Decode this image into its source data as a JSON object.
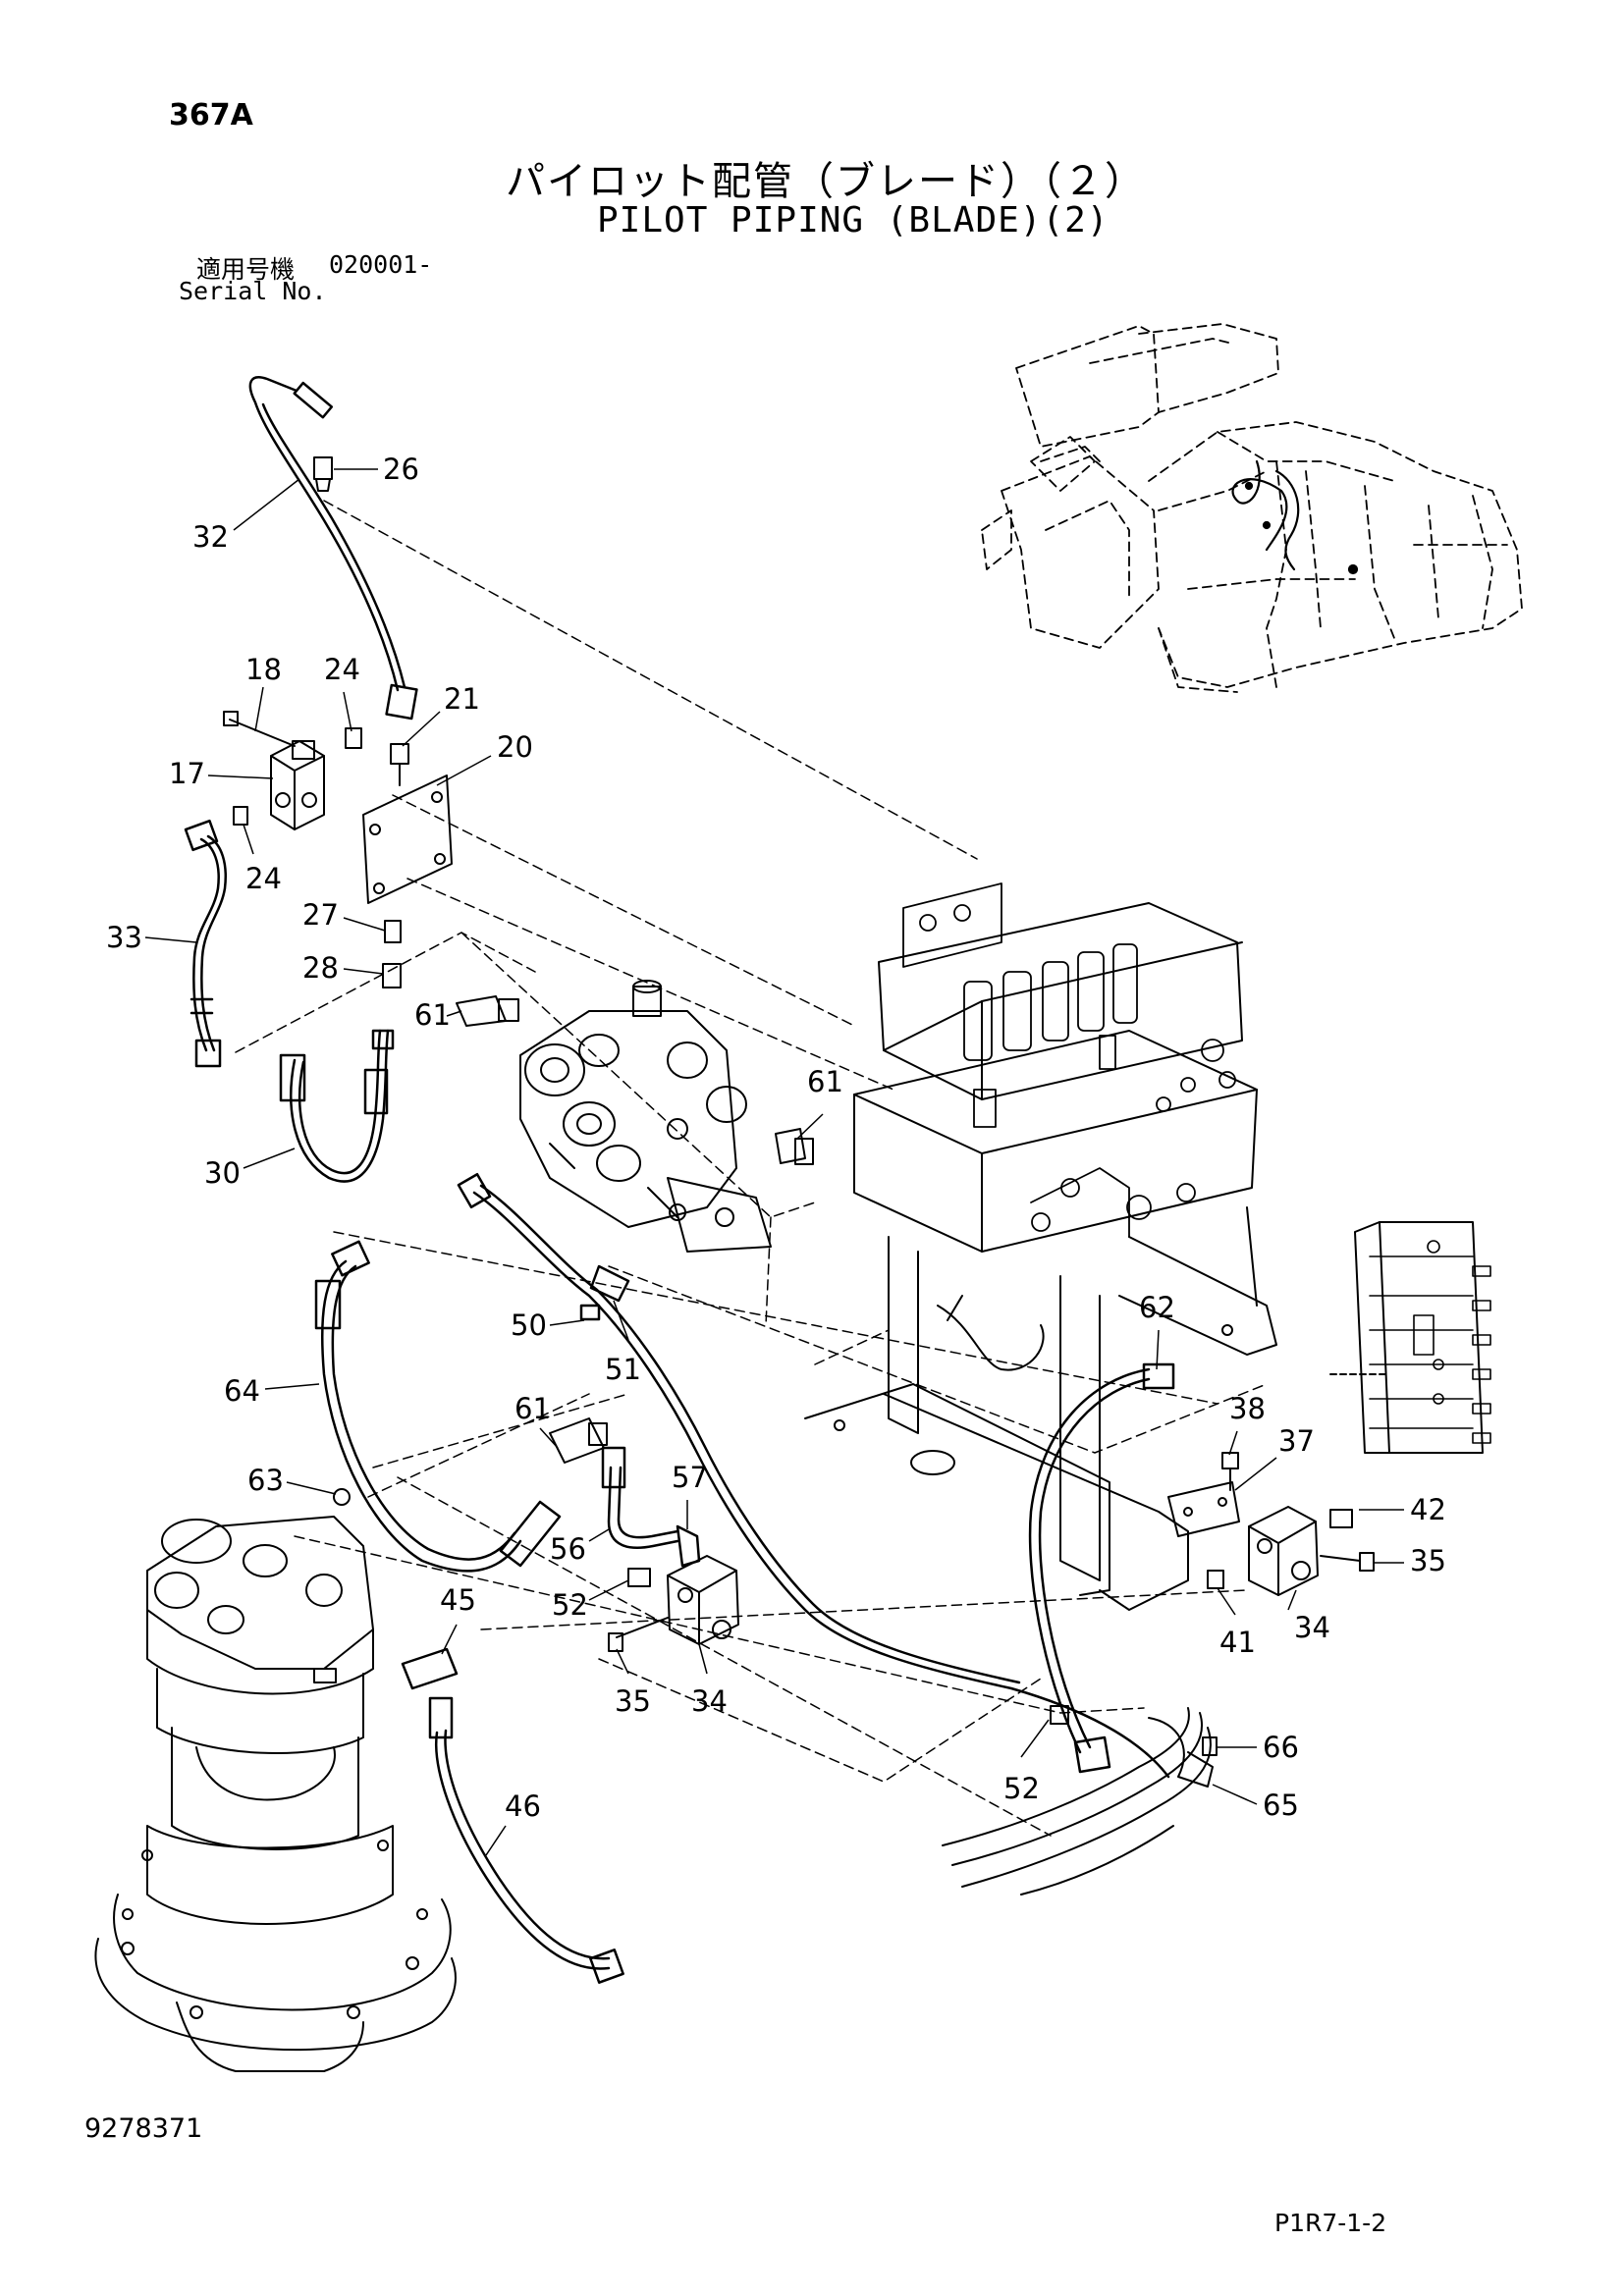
{
  "header": {
    "page_code": "367A",
    "title_jp": "パイロット配管（ブレード）（２）",
    "title_en": "PILOT PIPING (BLADE)(2)",
    "serial_label_jp": "適用号機",
    "serial_value": "020001-",
    "serial_label_en": "Serial No."
  },
  "footer": {
    "doc_number": "9278371",
    "sheet_code": "P1R7-1-2"
  },
  "callouts": [
    "26",
    "32",
    "18",
    "24",
    "21",
    "20",
    "17",
    "24",
    "33",
    "27",
    "28",
    "61",
    "61",
    "30",
    "50",
    "51",
    "64",
    "61",
    "62",
    "38",
    "37",
    "63",
    "57",
    "56",
    "52",
    "42",
    "35",
    "45",
    "34",
    "35",
    "41",
    "34",
    "66",
    "52",
    "65",
    "46"
  ]
}
